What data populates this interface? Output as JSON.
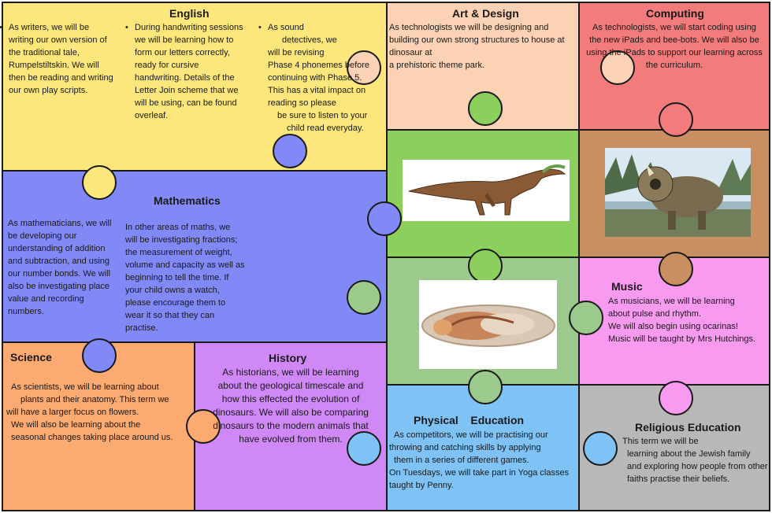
{
  "english": {
    "title": "English",
    "col1": [
      "As writers, we will be",
      "writing our own version of",
      "the traditional tale,",
      "Rumpelstiltskin. We will",
      "then be reading and writing",
      "our own play scripts."
    ],
    "col2": [
      "During handwriting sessions",
      "we will be learning how to",
      "form our letters correctly,",
      "ready for cursive",
      "handwriting. Details of the",
      "Letter Join scheme that we",
      "will be using, can be found",
      "overleaf."
    ],
    "col3": [
      "As sound",
      "detectives, we",
      "will be revising",
      "Phase 4 phonemes before",
      "continuing with Phase 5.",
      "This has a vital impact on",
      "reading so please",
      "be sure to listen to your",
      "child read everyday."
    ]
  },
  "art": {
    "title": "Art & Design",
    "lines": [
      "As technologists we will be designing and",
      "building our own strong structures to house at",
      "dinosaur at",
      "a prehistoric theme park."
    ]
  },
  "computing": {
    "title": "Computing",
    "lines": [
      "As technologists, we will start coding using",
      "the new iPads and bee-bots. We will also be",
      "using the iPads to support our learning across",
      "the curriculum."
    ]
  },
  "maths": {
    "title": "Mathematics",
    "col1": [
      "As mathematicians, we will",
      "be developing our",
      "understanding of addition",
      "and subtraction, and using",
      "our number bonds. We will",
      "also be investigating place",
      "value and recording",
      "numbers."
    ],
    "col2": [
      "In other areas of maths, we",
      "will be investigating fractions;",
      "the measurement of weight,",
      "volume and capacity as well as",
      "beginning to tell the time. If",
      "your child owns a watch,",
      "please encourage them to",
      "wear it so that they can",
      "practise."
    ]
  },
  "music": {
    "title": "Music",
    "lines": [
      "As musicians, we will be learning",
      "about pulse and rhythm.",
      "We will also begin using ocarinas!",
      "Music will be taught by Mrs Hutchings."
    ]
  },
  "science": {
    "title": "Science",
    "lines": [
      "As scientists, we will be learning about",
      "plants and their anatomy. This term we",
      "will have a larger focus on flowers.",
      "We will also be learning about the",
      "seasonal changes taking place around us."
    ]
  },
  "history": {
    "title": "History",
    "lines": [
      "As historians, we will be learning",
      "about the geological timescale and",
      "how this effected the evolution of",
      "dinosaurs. We will also be comparing",
      "dinosaurs to the modern animals that",
      "have evolved from them."
    ]
  },
  "pe": {
    "title": "Physical    Education",
    "lines": [
      "As competitors, we will be practising our",
      "throwing and catching skills by applying",
      "them in a series of different games.",
      "On Tuesdays, we will take part in Yoga classes",
      "taught by Penny."
    ]
  },
  "re": {
    "title": "Religious Education",
    "lines": [
      "This term we will be",
      "learning about the Jewish family",
      "and exploring how people from other",
      "faiths practise their beliefs."
    ]
  },
  "colors": {
    "english": "#fde77c",
    "art": "#fcd2b4",
    "computing": "#f27b7b",
    "maths": "#8189f6",
    "green": "#8ccf5d",
    "brown": "#c98f61",
    "sage": "#9cc98c",
    "music": "#f79af0",
    "science": "#fbaa72",
    "history": "#cf88f6",
    "pe": "#7ec2f6",
    "re": "#b8b8b8"
  }
}
